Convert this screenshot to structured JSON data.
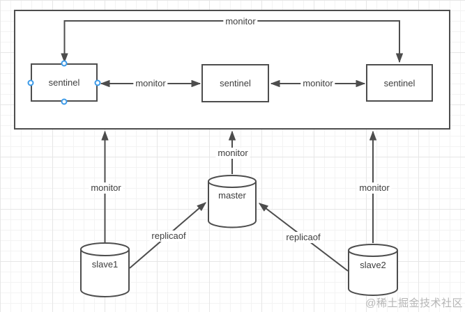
{
  "diagram": {
    "nodes": {
      "sentinel1": {
        "label": "sentinel",
        "shape": "rectangle",
        "selected": true
      },
      "sentinel2": {
        "label": "sentinel",
        "shape": "rectangle"
      },
      "sentinel3": {
        "label": "sentinel",
        "shape": "rectangle"
      },
      "master": {
        "label": "master",
        "shape": "cylinder"
      },
      "slave1": {
        "label": "slave1",
        "shape": "cylinder"
      },
      "slave2": {
        "label": "slave2",
        "shape": "cylinder"
      }
    },
    "edge_labels": {
      "top": "monitor",
      "s1_s2": "monitor",
      "s2_s3": "monitor",
      "slave1_box": "monitor",
      "master_box": "monitor",
      "slave2_box": "monitor",
      "slave1_master": "replicaof",
      "slave2_master": "replicaof"
    }
  },
  "watermark": "@稀土掘金技术社区",
  "colors": {
    "stroke": "#4d4d4d",
    "text": "#3d3d3d",
    "selection_handle": "#3c9ae8",
    "watermark": "#b5b5b5",
    "grid_minor": "#f3f3f3",
    "grid_major": "#e6e6e6"
  }
}
